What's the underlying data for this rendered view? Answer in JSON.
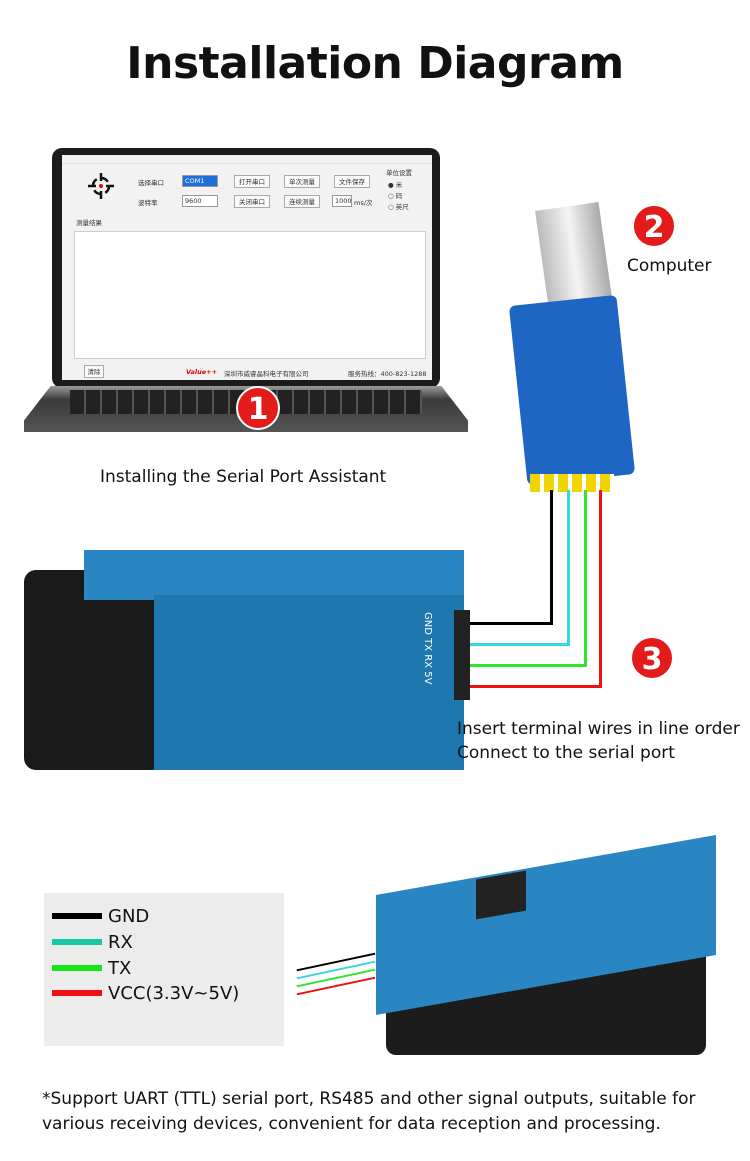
{
  "title": "Installation Diagram",
  "steps": [
    {
      "number": "1",
      "caption": "Installing the Serial Port Assistant"
    },
    {
      "number": "2",
      "caption": "Computer"
    },
    {
      "number": "3",
      "caption_lines": [
        "Insert terminal wires in line order",
        "Connect to the serial port"
      ]
    }
  ],
  "software": {
    "select_port_label": "选择串口",
    "port_value": "COM1",
    "open_port": "打开串口",
    "single_measure": "单次测量",
    "save_file": "文件保存",
    "baud_label": "波特率",
    "baud_value": "9600",
    "close_port": "关闭串口",
    "continuous_measure": "连续测量",
    "interval_value": "1000",
    "interval_unit": "ms/次",
    "unit_group": "单位设置",
    "units": [
      "米",
      "码",
      "英尺"
    ],
    "selected_unit": "米",
    "results_label": "测量结果",
    "clear": "清除",
    "brand": "Value++",
    "company": "深圳市威睿晶科电子有限公司",
    "hotline": "服务热线：400-823-1288"
  },
  "module_pin_labels": [
    "GND",
    "TX",
    "RX",
    "5V"
  ],
  "legend": [
    {
      "label": "GND",
      "color": "#000000"
    },
    {
      "label": "RX",
      "color": "#19c6a6"
    },
    {
      "label": "TX",
      "color": "#17e617"
    },
    {
      "label": "VCC(3.3V~5V)",
      "color": "#ee1111"
    }
  ],
  "footnote": "*Support UART (TTL) serial port, RS485 and other signal outputs, suitable for various receiving devices, convenient for data reception and processing."
}
